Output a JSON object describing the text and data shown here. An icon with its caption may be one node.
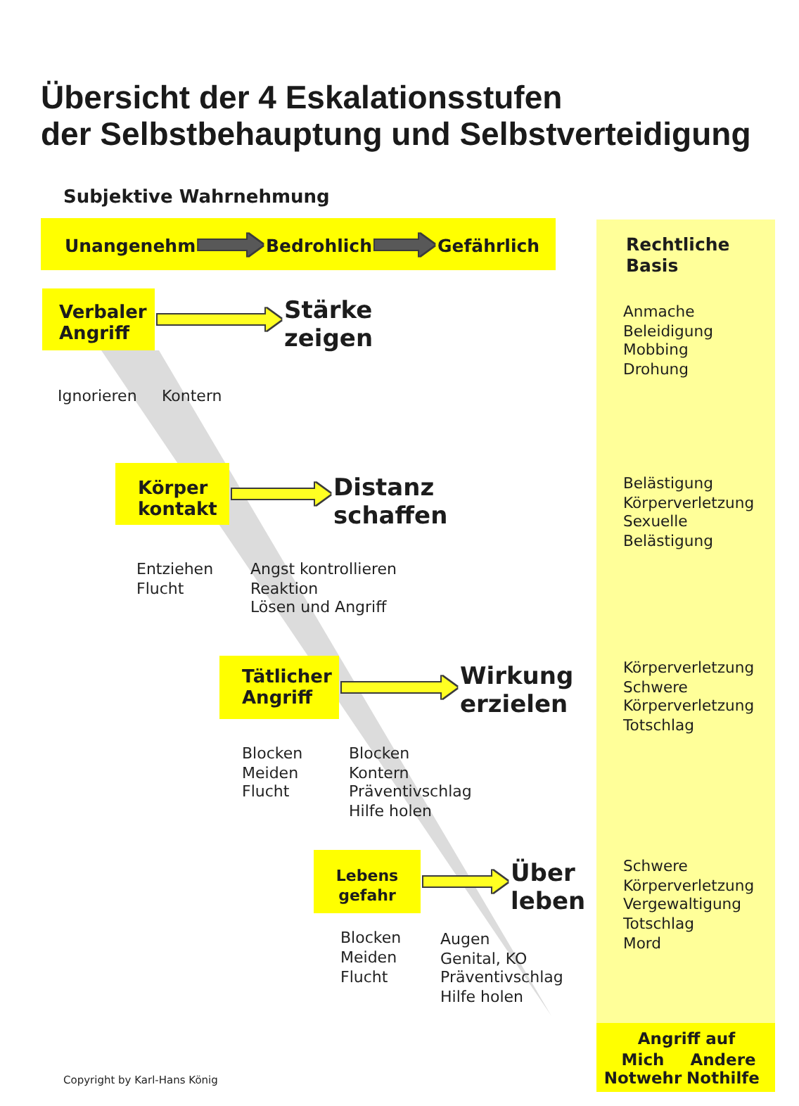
{
  "diagram": {
    "title": "Übersicht der 4 Eskalationsstufen der Selbstbehauptung und Selbstverteidigung",
    "nodes": [
      {
        "text": [
          "Subjektive Wahrnehmung"
        ]
      },
      {
        "text": [
          "Unangenehm"
        ],
        "in": 0
      },
      {
        "text": [
          "Bedrohlich"
        ],
        "in": 0
      },
      {
        "text": [
          "Gefährlich"
        ],
        "in": 0
      },
      {
        "text": [
          "Rechtliche Basis",
          "Anmache Beleidigung Mobbing Drohung",
          "Belästigung Körperverletzung Sexuelle Belästigung",
          "Körperverletzung Schwere Körperverletzung Totschlag",
          "Schwere Körperverletzung Vergewaltigung Totschlag Mord"
        ]
      },
      {
        "text": [
          "Verbaler Angriff"
        ]
      },
      {
        "text": [
          "Stärke zeigen"
        ]
      },
      {
        "text": [
          "Körper kontakt"
        ]
      },
      {
        "text": [
          "Distanz schaffen"
        ]
      },
      {
        "text": [
          "Tätlicher Angriff"
        ]
      },
      {
        "text": [
          "Wirkung erzielen"
        ]
      },
      {
        "text": [
          "Lebens gefahr"
        ]
      },
      {
        "text": [
          "Über leben"
        ]
      },
      {
        "text": [
          "Angriff auf",
          "Mich Notwehr",
          "Andere Nothilfe"
        ],
        "in": 4
      }
    ],
    "edges": [
      {
        "from": 1,
        "to": 2,
        "arrow": "to",
        "color": "#595959"
      },
      {
        "from": 2,
        "to": 3,
        "arrow": "to",
        "color": "#595959"
      },
      {
        "from": 5,
        "to": 6,
        "arrow": "to"
      },
      {
        "from": 7,
        "to": 8,
        "arrow": "to"
      },
      {
        "from": 9,
        "to": 10,
        "arrow": "to"
      },
      {
        "from": 11,
        "to": 12,
        "arrow": "to"
      }
    ],
    "labels": [
      "Ignorieren",
      "Kontern",
      "Entziehen",
      "Flucht",
      "Angst kontrollieren",
      "Reaktion",
      "Lösen und Angriff",
      "Blocken",
      "Meiden",
      "Flucht",
      "Blocken",
      "Kontern",
      "Präventivschlag",
      "Hilfe holen",
      "Blocken",
      "Meiden",
      "Flucht",
      "Augen",
      "Genital, KO",
      "Präventivschlag",
      "Hilfe holen",
      "Copyright by Karl-Hans König"
    ]
  }
}
